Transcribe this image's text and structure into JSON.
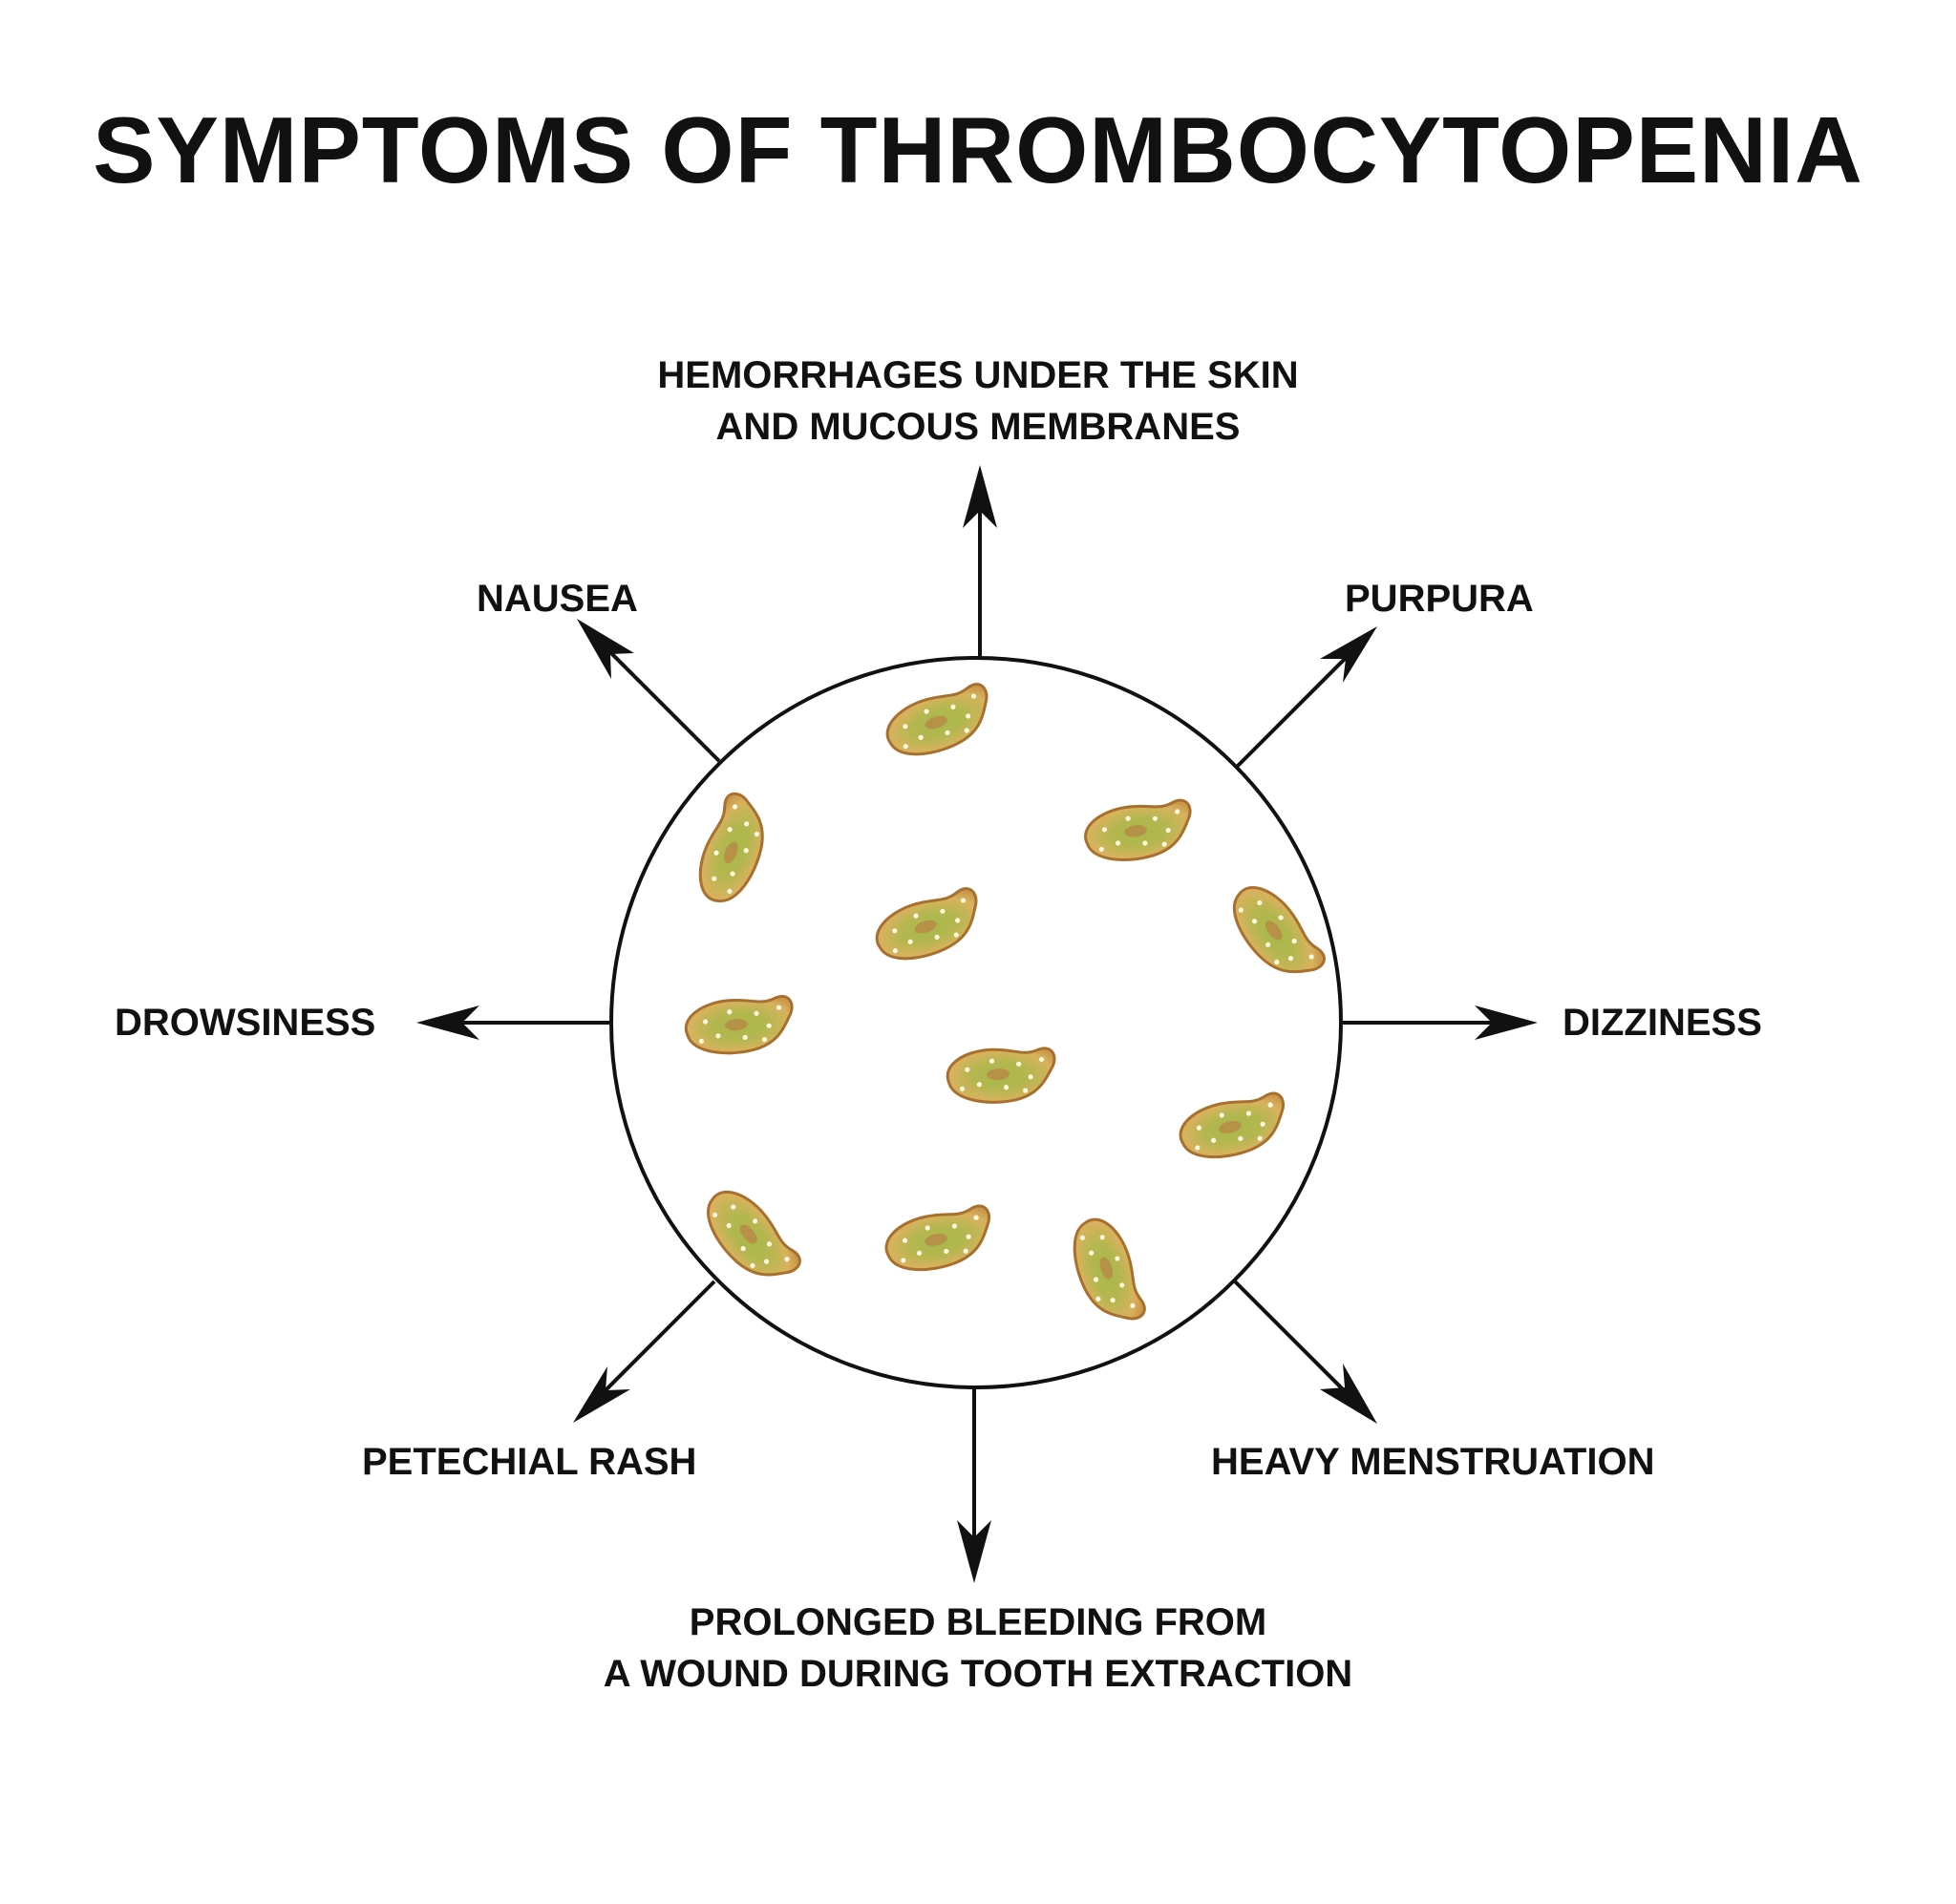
{
  "title": "SYMPTOMS OF THROMBOCYTOPENIA",
  "symptoms": {
    "top": [
      "HEMORRHAGES UNDER THE SKIN",
      "AND MUCOUS MEMBRANES"
    ],
    "top_right": "PURPURA",
    "right": "DIZZINESS",
    "bottom_right": "HEAVY MENSTRUATION",
    "bottom": [
      "PROLONGED BLEEDING FROM",
      "A WOUND DURING TOOTH EXTRACTION"
    ],
    "bottom_left": "PETECHIAL RASH",
    "left": "DROWSINESS",
    "top_left": "NAUSEA"
  },
  "colors": {
    "ink": "#111111",
    "platelet_outline": "#a8702e",
    "platelet_fill": "#d8b05e",
    "platelet_center": "#a7b64a",
    "platelet_nucleus": "#b98a48"
  }
}
